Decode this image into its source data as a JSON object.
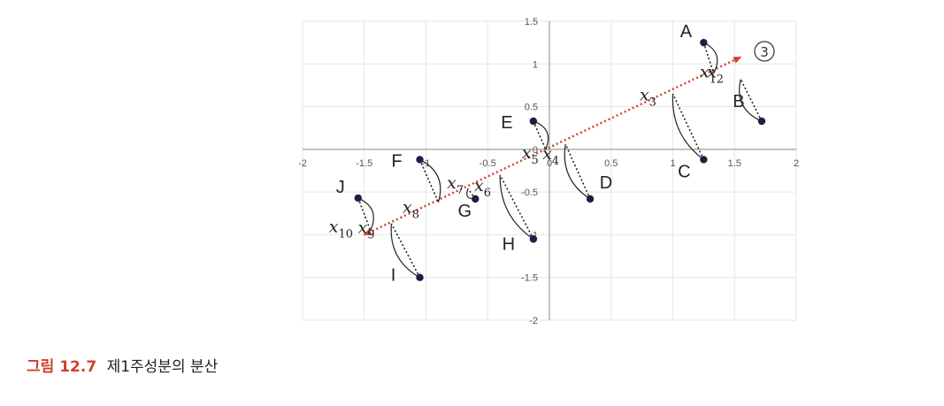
{
  "chart_data": {
    "type": "scatter",
    "x_range": [
      -2,
      2
    ],
    "y_range": [
      -2,
      1.5
    ],
    "x_ticks": [
      "-2",
      "-1.5",
      "-1",
      "-0.5",
      "0",
      "0.5",
      "1",
      "1.5",
      "2"
    ],
    "y_ticks": [
      "1.5",
      "1",
      "0.5",
      "0",
      "-0.5",
      "-1",
      "-1.5",
      "-2"
    ],
    "grid": true,
    "axis_line": {
      "from": [
        -1.5,
        -1.0
      ],
      "to": [
        1.55,
        1.08
      ],
      "label": "③"
    },
    "points": [
      {
        "label": "A",
        "x": 1.25,
        "y": 1.25,
        "proj": [
          1.33,
          0.89
        ],
        "dist": "x",
        "sub": "1"
      },
      {
        "label": "B",
        "x": 1.72,
        "y": 0.33,
        "proj": [
          1.55,
          0.82
        ],
        "dist": "x",
        "sub": "2"
      },
      {
        "label": "C",
        "x": 1.25,
        "y": -0.12,
        "proj": [
          1.0,
          0.65
        ],
        "dist": "x",
        "sub": "3"
      },
      {
        "label": "D",
        "x": 0.33,
        "y": -0.58,
        "proj": [
          0.13,
          0.06
        ],
        "dist": "x",
        "sub": "4"
      },
      {
        "label": "E",
        "x": -0.13,
        "y": 0.33,
        "proj": [
          -0.03,
          0.0
        ],
        "dist": "x",
        "sub": "5"
      },
      {
        "label": "H",
        "x": -0.13,
        "y": -1.05,
        "proj": [
          -0.4,
          -0.3
        ],
        "dist": "x",
        "sub": "6"
      },
      {
        "label": "G",
        "x": -0.6,
        "y": -0.58,
        "proj": [
          -0.66,
          -0.46
        ],
        "dist": "x",
        "sub": "7"
      },
      {
        "label": "F",
        "x": -1.05,
        "y": -0.12,
        "proj": [
          -0.9,
          -0.62
        ],
        "dist": "x",
        "sub": "8"
      },
      {
        "label": "I",
        "x": -1.05,
        "y": -1.5,
        "proj": [
          -1.28,
          -0.87
        ],
        "dist": "x",
        "sub": "9"
      },
      {
        "label": "J",
        "x": -1.55,
        "y": -0.57,
        "proj": [
          -1.45,
          -0.95
        ],
        "dist": "x",
        "sub": "10"
      }
    ],
    "colors": {
      "axis": "#d0402b",
      "point": "#1a1f45",
      "grid": "#e6e6e6",
      "text": "#222222"
    }
  },
  "caption": {
    "label": "그림 12.7",
    "text": "제1주성분의 분산"
  }
}
